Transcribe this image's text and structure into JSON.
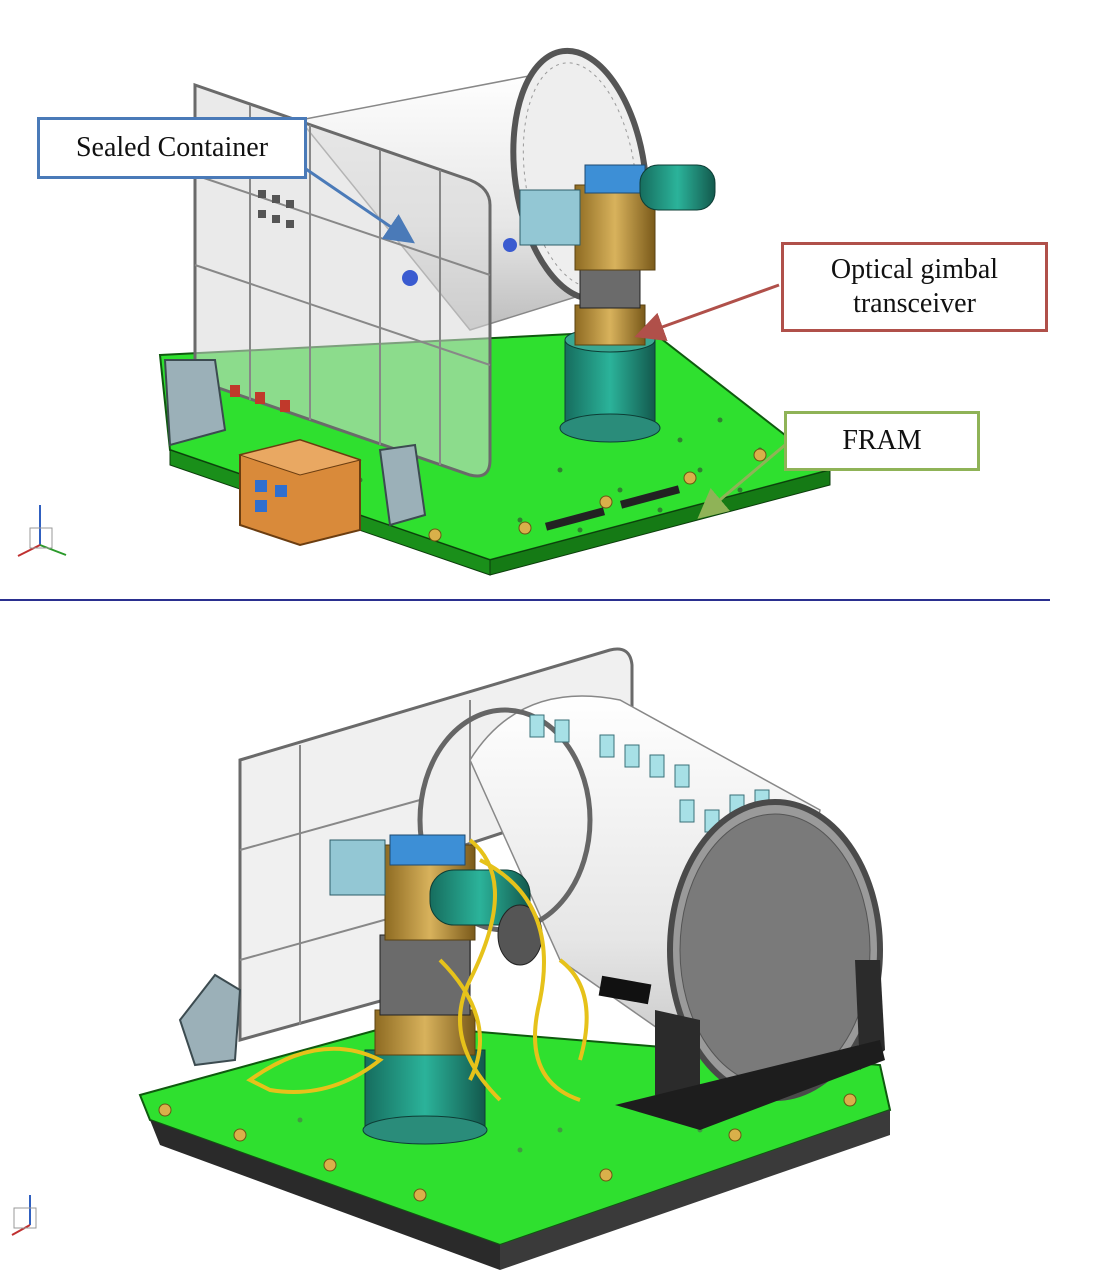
{
  "callouts": {
    "sealed_container": {
      "text": "Sealed Container",
      "color": "#4a7ab8"
    },
    "optical_gimbal": {
      "line1": "Optical gimbal",
      "line2": "transceiver",
      "color": "#b0504a"
    },
    "fram": {
      "text": "FRAM",
      "color": "#8fb357"
    }
  },
  "colors": {
    "platform_green": "#2fe02f",
    "divider": "#2a2f8f",
    "gimbal_gold": "#c9a24a",
    "gimbal_teal": "#1f9c86",
    "container_white": "#f2f2f2",
    "flange_gray": "#7a7a7a"
  },
  "icons": [
    "axis-triad-icon"
  ]
}
